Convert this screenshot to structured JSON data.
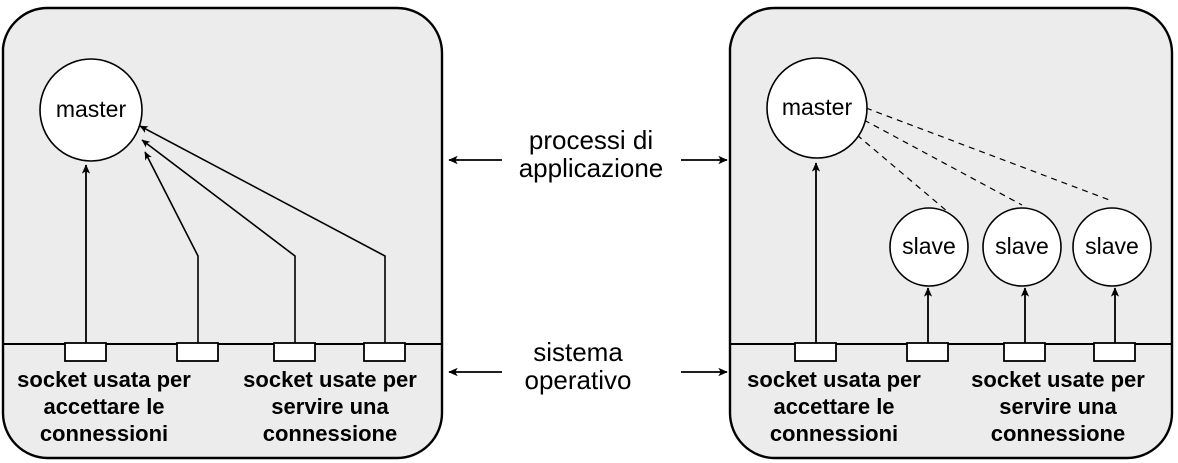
{
  "figure": {
    "title_present": false,
    "background_color": "#ffffff",
    "panel_fill": "#ececec",
    "stroke_color": "#000000",
    "socket_fill": "#ffffff"
  },
  "center_labels": [
    {
      "id": "processi-di-applicazione",
      "line1": "processi di",
      "line2": "applicazione"
    },
    {
      "id": "sistema-operativo",
      "line1": "sistema",
      "line2": "operativo"
    }
  ],
  "panels": [
    {
      "id": "left-panel",
      "name": "iterative-server-panel",
      "processes": [
        {
          "id": "left-master",
          "label": "master",
          "kind": "master"
        }
      ],
      "sockets": [
        {
          "id": "left-socket-1",
          "role": "accept"
        },
        {
          "id": "left-socket-2",
          "role": "serve"
        },
        {
          "id": "left-socket-3",
          "role": "serve"
        },
        {
          "id": "left-socket-4",
          "role": "serve"
        }
      ],
      "captions": [
        {
          "id": "left-caption-accept",
          "lines": [
            "socket usata per",
            "accettare le",
            "connessioni"
          ]
        },
        {
          "id": "left-caption-serve",
          "lines": [
            "socket usate per",
            "servire una",
            "connessione"
          ]
        }
      ]
    },
    {
      "id": "right-panel",
      "name": "concurrent-server-panel",
      "processes": [
        {
          "id": "right-master",
          "label": "master",
          "kind": "master"
        },
        {
          "id": "right-slave-1",
          "label": "slave",
          "kind": "slave"
        },
        {
          "id": "right-slave-2",
          "label": "slave",
          "kind": "slave"
        },
        {
          "id": "right-slave-3",
          "label": "slave",
          "kind": "slave"
        }
      ],
      "sockets": [
        {
          "id": "right-socket-1",
          "role": "accept"
        },
        {
          "id": "right-socket-2",
          "role": "serve"
        },
        {
          "id": "right-socket-3",
          "role": "serve"
        },
        {
          "id": "right-socket-4",
          "role": "serve"
        }
      ],
      "captions": [
        {
          "id": "right-caption-accept",
          "lines": [
            "socket usata per",
            "accettare le",
            "connessioni"
          ]
        },
        {
          "id": "right-caption-serve",
          "lines": [
            "socket usate per",
            "servire una",
            "connessione"
          ]
        }
      ]
    }
  ]
}
